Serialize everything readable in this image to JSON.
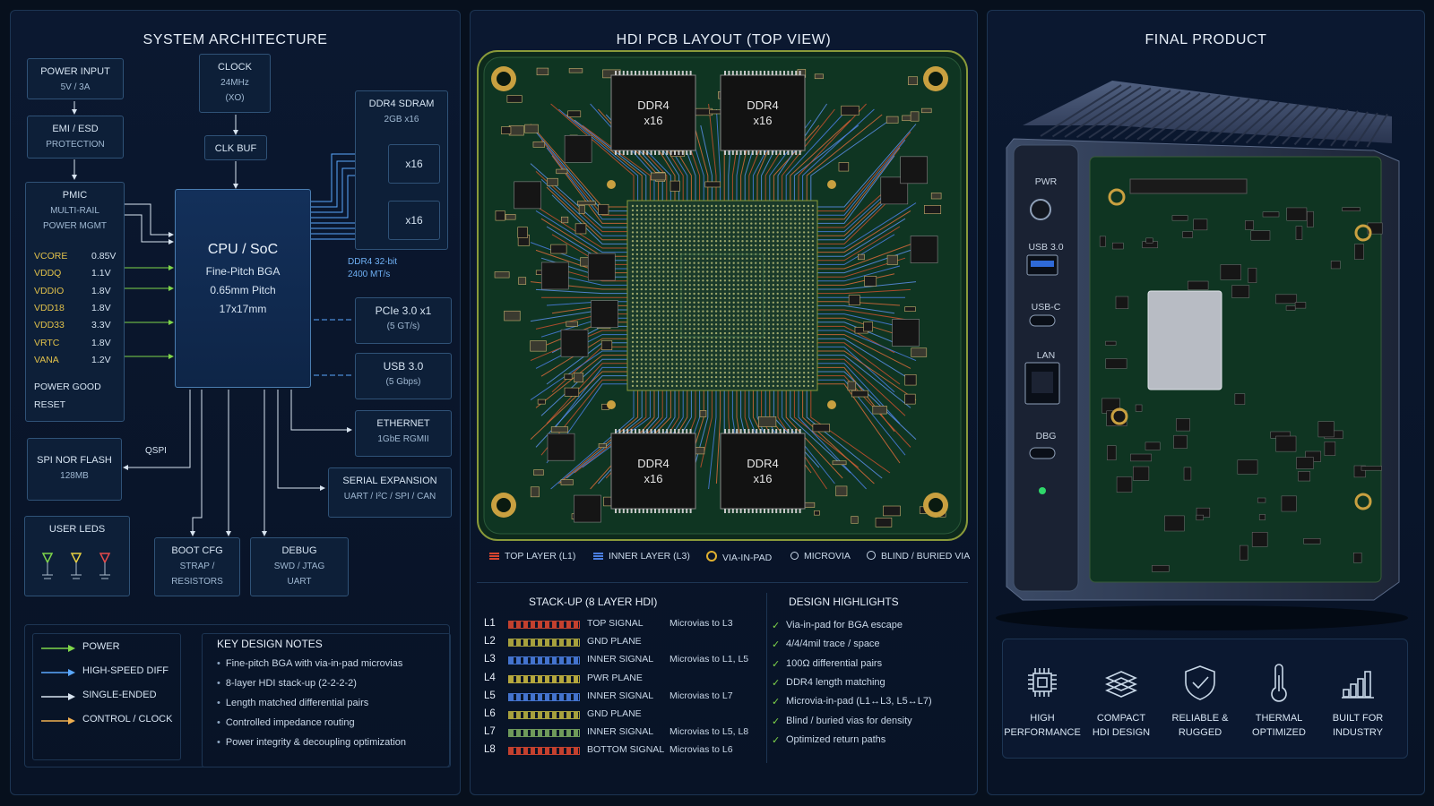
{
  "panels": {
    "arch_title": "SYSTEM ARCHITECTURE",
    "pcb_title": "HDI PCB LAYOUT (TOP VIEW)",
    "product_title": "FINAL PRODUCT"
  },
  "arch": {
    "power_input": {
      "title": "POWER INPUT",
      "sub": "5V / 3A"
    },
    "emi": {
      "title": "EMI / ESD",
      "sub": "PROTECTION"
    },
    "pmic": {
      "title": "PMIC",
      "sub1": "MULTI-RAIL",
      "sub2": "POWER MGMT"
    },
    "rails": [
      {
        "name": "VCORE",
        "value": "0.85V"
      },
      {
        "name": "VDDQ",
        "value": "1.1V"
      },
      {
        "name": "VDDIO",
        "value": "1.8V"
      },
      {
        "name": "VDD18",
        "value": "1.8V"
      },
      {
        "name": "VDD33",
        "value": "3.3V"
      },
      {
        "name": "VRTC",
        "value": "1.8V"
      },
      {
        "name": "VANA",
        "value": "1.2V"
      }
    ],
    "power_good": "POWER GOOD",
    "reset": "RESET",
    "clock": {
      "title": "CLOCK",
      "sub1": "24MHz",
      "sub2": "(XO)"
    },
    "clk_buf": "CLK BUF",
    "cpu": {
      "title": "CPU / SoC",
      "l1": "Fine-Pitch BGA",
      "l2": "0.65mm Pitch",
      "l3": "17x17mm"
    },
    "ddr": {
      "title": "DDR4 SDRAM",
      "sub": "2GB x16",
      "chip1": "x16",
      "chip2": "x16",
      "bus1": "DDR4 32-bit",
      "bus2": "2400 MT/s"
    },
    "pcie": {
      "title": "PCIe 3.0 x1",
      "sub": "(5 GT/s)"
    },
    "usb": {
      "title": "USB 3.0",
      "sub": "(5 Gbps)"
    },
    "eth": {
      "title": "ETHERNET",
      "sub": "1GbE RGMII"
    },
    "serial": {
      "title": "SERIAL EXPANSION",
      "sub": "UART / I²C / SPI / CAN"
    },
    "spi": {
      "title": "SPI NOR FLASH",
      "sub": "128MB",
      "bus": "QSPI"
    },
    "leds": {
      "title": "USER LEDS"
    },
    "boot": {
      "title": "BOOT CFG",
      "sub1": "STRAP /",
      "sub2": "RESISTORS"
    },
    "debug": {
      "title": "DEBUG",
      "sub1": "SWD / JTAG",
      "sub2": "UART"
    }
  },
  "legend": [
    {
      "label": "POWER",
      "color": "#7fd64a"
    },
    {
      "label": "HIGH-SPEED DIFF",
      "color": "#5aa8ff"
    },
    {
      "label": "SINGLE-ENDED",
      "color": "#d8e4f0"
    },
    {
      "label": "CONTROL / CLOCK",
      "color": "#f0b050"
    }
  ],
  "notes": {
    "title": "KEY DESIGN NOTES",
    "items": [
      "Fine-pitch BGA with via-in-pad microvias",
      "8-layer HDI stack-up (2-2-2-2)",
      "Length matched differential pairs",
      "Controlled impedance routing",
      "Power integrity & decoupling optimization"
    ]
  },
  "pcb": {
    "chips": [
      {
        "l1": "DDR4",
        "l2": "x16"
      },
      {
        "l1": "DDR4",
        "l2": "x16"
      },
      {
        "l1": "DDR4",
        "l2": "x16"
      },
      {
        "l1": "DDR4",
        "l2": "x16"
      }
    ],
    "legend": [
      "TOP LAYER (L1)",
      "INNER LAYER (L3)",
      "VIA-IN-PAD",
      "MICROVIA",
      "BLIND / BURIED VIA"
    ]
  },
  "stackup": {
    "title": "STACK-UP (8 LAYER HDI)",
    "rows": [
      {
        "layer": "L1",
        "name": "TOP SIGNAL",
        "note": "Microvias to L3",
        "color": "#d8452f"
      },
      {
        "layer": "L2",
        "name": "GND PLANE",
        "note": "",
        "color": "#b8b040"
      },
      {
        "layer": "L3",
        "name": "INNER SIGNAL",
        "note": "Microvias to L1, L5",
        "color": "#4a7ee0"
      },
      {
        "layer": "L4",
        "name": "PWR PLANE",
        "note": "",
        "color": "#c8b840"
      },
      {
        "layer": "L5",
        "name": "INNER SIGNAL",
        "note": "Microvias to L7",
        "color": "#4a7ee0"
      },
      {
        "layer": "L6",
        "name": "GND PLANE",
        "note": "",
        "color": "#b8b040"
      },
      {
        "layer": "L7",
        "name": "INNER SIGNAL",
        "note": "Microvias to L5, L8",
        "color": "#7aa860"
      },
      {
        "layer": "L8",
        "name": "BOTTOM SIGNAL",
        "note": "Microvias to L6",
        "color": "#d8452f"
      }
    ]
  },
  "highlights": {
    "title": "DESIGN HIGHLIGHTS",
    "items": [
      "Via-in-pad for BGA escape",
      "4/4/4mil trace / space",
      "100Ω differential pairs",
      "DDR4 length matching",
      "Microvia-in-pad (L1↔L3, L5↔L7)",
      "Blind / buried vias for density",
      "Optimized return paths"
    ]
  },
  "product": {
    "ports": [
      "PWR",
      "USB 3.0",
      "USB-C",
      "LAN",
      "DBG"
    ],
    "features": [
      {
        "l1": "HIGH",
        "l2": "PERFORMANCE",
        "icon": "chip-icon"
      },
      {
        "l1": "COMPACT",
        "l2": "HDI DESIGN",
        "icon": "layers-icon"
      },
      {
        "l1": "RELIABLE &",
        "l2": "RUGGED",
        "icon": "shield-check-icon"
      },
      {
        "l1": "THERMAL",
        "l2": "OPTIMIZED",
        "icon": "thermometer-icon"
      },
      {
        "l1": "BUILT FOR",
        "l2": "INDUSTRY",
        "icon": "bar-chart-icon"
      }
    ]
  }
}
